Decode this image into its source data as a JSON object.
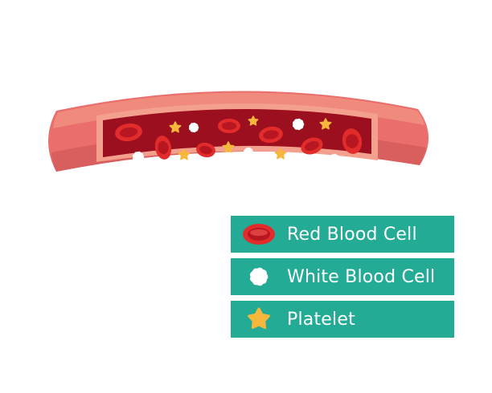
{
  "colors": {
    "vessel_outer": "#E96E6C",
    "vessel_outer_top": "#F08A7C",
    "vessel_outer_bottom": "#D95F5E",
    "vessel_inner_wall": "#F4A08E",
    "plasma": "#9B0F1F",
    "red_blood_cell": "#E22B2B",
    "red_blood_cell_center": "#B81620",
    "white_blood_cell": "#FFFFFF",
    "platelet": "#F6B73C",
    "legend_bg": "#23AB95",
    "legend_text": "#FFFFFF"
  },
  "legend": {
    "items": [
      {
        "label": "Red Blood Cell",
        "icon": "red-blood-cell-icon"
      },
      {
        "label": "White Blood Cell",
        "icon": "white-blood-cell-icon"
      },
      {
        "label": "Platelet",
        "icon": "platelet-icon"
      }
    ]
  }
}
